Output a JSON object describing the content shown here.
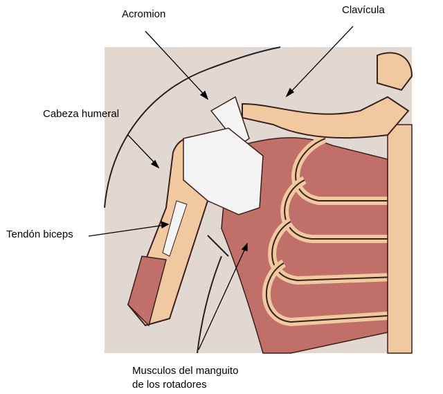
{
  "labels": {
    "acromion": "Acromion",
    "clavicula": "Clavícula",
    "cabeza_humeral": "Cabeza humeral",
    "tendon_biceps": "Tendón biceps",
    "musculos_line1": "Musculos del manguito",
    "musculos_line2": "de los rotadores"
  },
  "colors": {
    "background_panel": "#e2d8d2",
    "bone": "#f0c9a0",
    "muscle": "#c07068",
    "tendon": "#f4f4f4"
  }
}
